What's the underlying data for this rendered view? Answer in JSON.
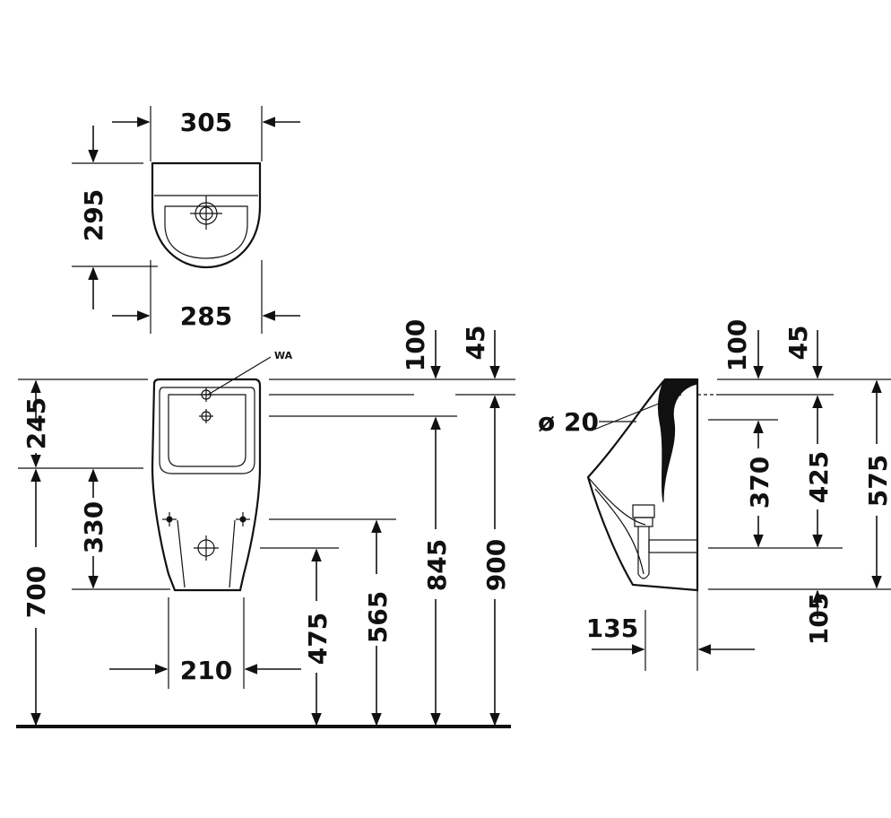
{
  "top_view": {
    "width_top": "305",
    "depth": "295",
    "width_bottom": "285"
  },
  "front_view": {
    "inlet_label": "WA",
    "top_offset": "100",
    "top_offset_small": "45",
    "inlet_height": "245",
    "fixing_spacing_vertical": "330",
    "bottom_height": "700",
    "outlet_height": "475",
    "fixing_height": "565",
    "inlet_total_height": "845",
    "total_height": "900",
    "fixing_spacing_horizontal": "210"
  },
  "side_view": {
    "diameter": "ø 20",
    "top_offset": "100",
    "top_offset_small": "45",
    "inlet_to_outlet": "370",
    "rim_to_outlet": "425",
    "overall_height": "575",
    "bottom_offset": "105",
    "depth_offset": "135"
  }
}
